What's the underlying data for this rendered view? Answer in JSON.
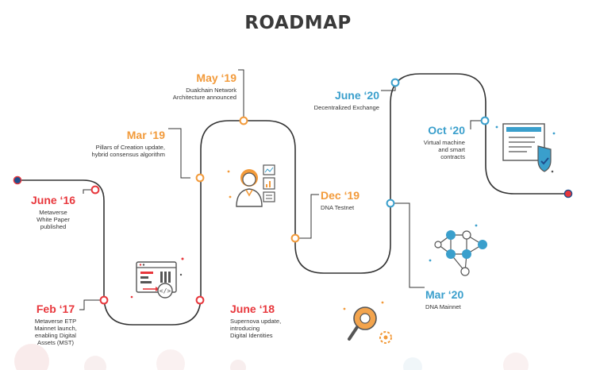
{
  "title": "ROADMAP",
  "colors": {
    "red": "#e8373c",
    "orange": "#f29a3a",
    "blue": "#3a9fcc",
    "navy": "#1f4e8c",
    "line": "#333333"
  },
  "milestones": [
    {
      "date": "June ‘16",
      "desc": "Metaverse\nWhite Paper\npublished",
      "color": "red"
    },
    {
      "date": "Feb ‘17",
      "desc": "Metaverse ETP\nMainnet launch,\nenabling Digital\nAssets (MST)",
      "color": "red"
    },
    {
      "date": "June ‘18",
      "desc": "Supernova update,\nintroducing\nDigital Identities",
      "color": "red"
    },
    {
      "date": "Mar ‘19",
      "desc": "Pillars of Creation update,\nhybrid consensus algorithm",
      "color": "orange"
    },
    {
      "date": "May ‘19",
      "desc": "Dualchain Network\nArchitecture announced",
      "color": "orange"
    },
    {
      "date": "Dec ‘19",
      "desc": "DNA Testnet",
      "color": "orange"
    },
    {
      "date": "Mar ‘20",
      "desc": "DNA Mainnet",
      "color": "blue"
    },
    {
      "date": "June ‘20",
      "desc": "Decentralized Exchange",
      "color": "blue"
    },
    {
      "date": "Oct ‘20",
      "desc": "Virtual machine\nand smart contracts",
      "color": "blue"
    }
  ],
  "icons": [
    "code-window-icon",
    "assistant-person-icon",
    "gear-search-icon",
    "network-nodes-icon",
    "secure-document-icon"
  ]
}
